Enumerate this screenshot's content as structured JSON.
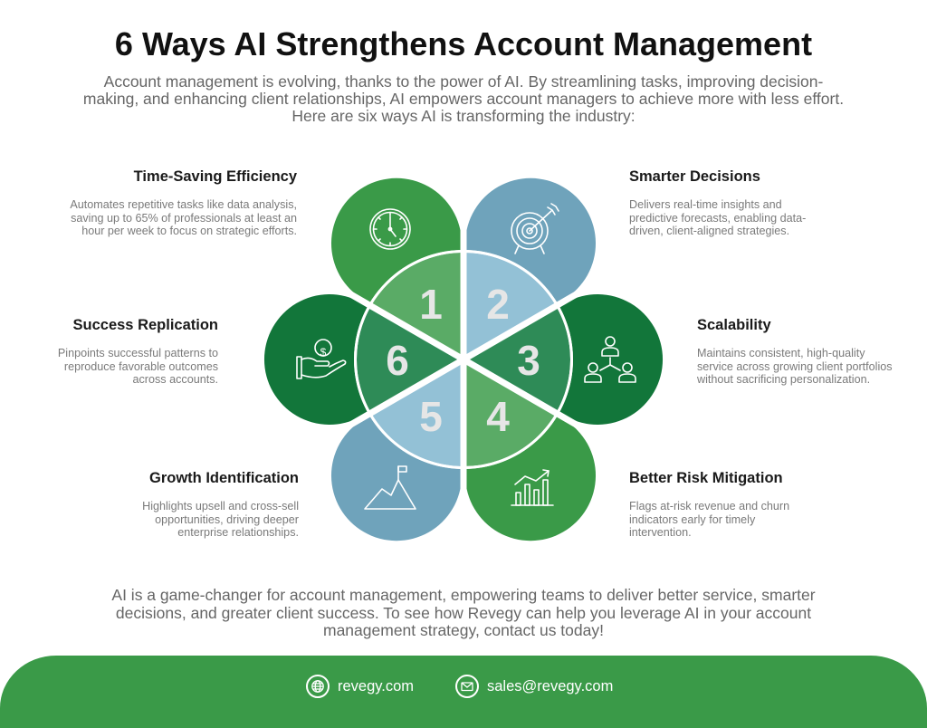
{
  "header": {
    "title": "6 Ways AI Strengthens Account Management",
    "intro": "Account management is evolving, thanks to the power of AI. By streamlining tasks, improving decision-making, and enhancing client relationships, AI empowers account managers to achieve more with less effort. Here are six ways AI is transforming the industry:"
  },
  "features": [
    {
      "number": "1",
      "title": "Time-Saving Efficiency",
      "description": "Automates repetitive tasks like data analysis, saving up to 65% of professionals at least an hour per week to focus on strategic efforts.",
      "icon": "clock-icon",
      "petal_color": "#3a9a48",
      "segment_color": "#5aab66"
    },
    {
      "number": "2",
      "title": "Smarter Decisions",
      "description": "Delivers real-time insights and predictive forecasts, enabling data-driven, client-aligned strategies.",
      "icon": "target-icon",
      "petal_color": "#6fa3bb",
      "segment_color": "#93c1d6"
    },
    {
      "number": "3",
      "title": "Scalability",
      "description": "Maintains consistent, high-quality service across growing client portfolios without sacrificing personalization.",
      "icon": "network-people-icon",
      "petal_color": "#12763a",
      "segment_color": "#2e8b57"
    },
    {
      "number": "4",
      "title": "Better Risk Mitigation",
      "description": "Flags at-risk revenue and churn indicators early for timely intervention.",
      "icon": "bar-chart-trend-icon",
      "petal_color": "#3a9a48",
      "segment_color": "#5aab66"
    },
    {
      "number": "5",
      "title": "Growth Identification",
      "description": "Highlights upsell and cross-sell opportunities, driving deeper enterprise relationships.",
      "icon": "mountain-flag-icon",
      "petal_color": "#6fa3bb",
      "segment_color": "#93c1d6"
    },
    {
      "number": "6",
      "title": "Success Replication",
      "description": "Pinpoints successful patterns to reproduce favorable outcomes across accounts.",
      "icon": "hand-dollar-icon",
      "petal_color": "#12763a",
      "segment_color": "#2e8b57"
    }
  ],
  "closing": "AI is a game-changer for account management, empowering teams to deliver better service, smarter decisions, and greater client success. To see how Revegy can help you leverage AI in your account management strategy, contact us today!",
  "footer": {
    "website": "revegy.com",
    "email": "sales@revegy.com",
    "background": "#3a9a48"
  },
  "colors": {
    "green": "#3a9a48",
    "dark_green": "#12763a",
    "steel_blue": "#6fa3bb",
    "light_green": "#5aab66",
    "light_blue": "#93c1d6",
    "mid_green": "#2e8b57",
    "number_color": "#e6e6e6"
  }
}
